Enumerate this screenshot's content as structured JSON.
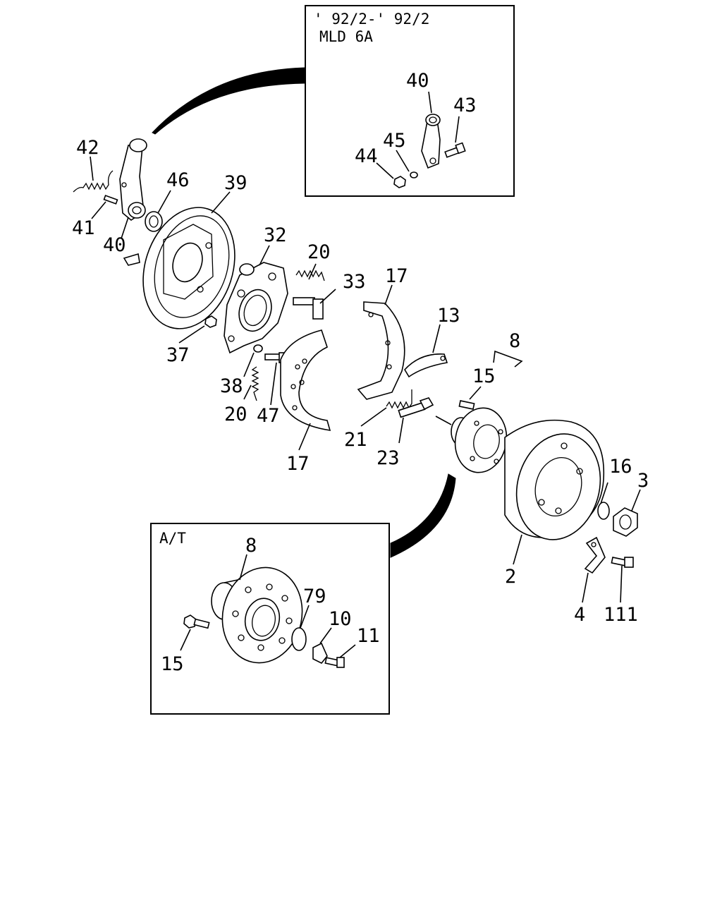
{
  "inset_variant": {
    "line1": "' 92/2-' 92/2",
    "line2": "MLD 6A",
    "callouts": [
      "40",
      "43",
      "45",
      "44"
    ]
  },
  "inset_at": {
    "title": "A/T",
    "callouts": [
      "8",
      "79",
      "10",
      "11",
      "15"
    ]
  },
  "callouts": {
    "c42": "42",
    "c46": "46",
    "c39": "39",
    "c41": "41",
    "c40": "40",
    "c32": "32",
    "c20a": "20",
    "c33": "33",
    "c17a": "17",
    "c13": "13",
    "c8": "8",
    "c15": "15",
    "c37": "37",
    "c38": "38",
    "c20b": "20",
    "c47": "47",
    "c17b": "17",
    "c21": "21",
    "c23": "23",
    "c16": "16",
    "c3": "3",
    "c2": "2",
    "c4": "4",
    "c111": "111"
  }
}
